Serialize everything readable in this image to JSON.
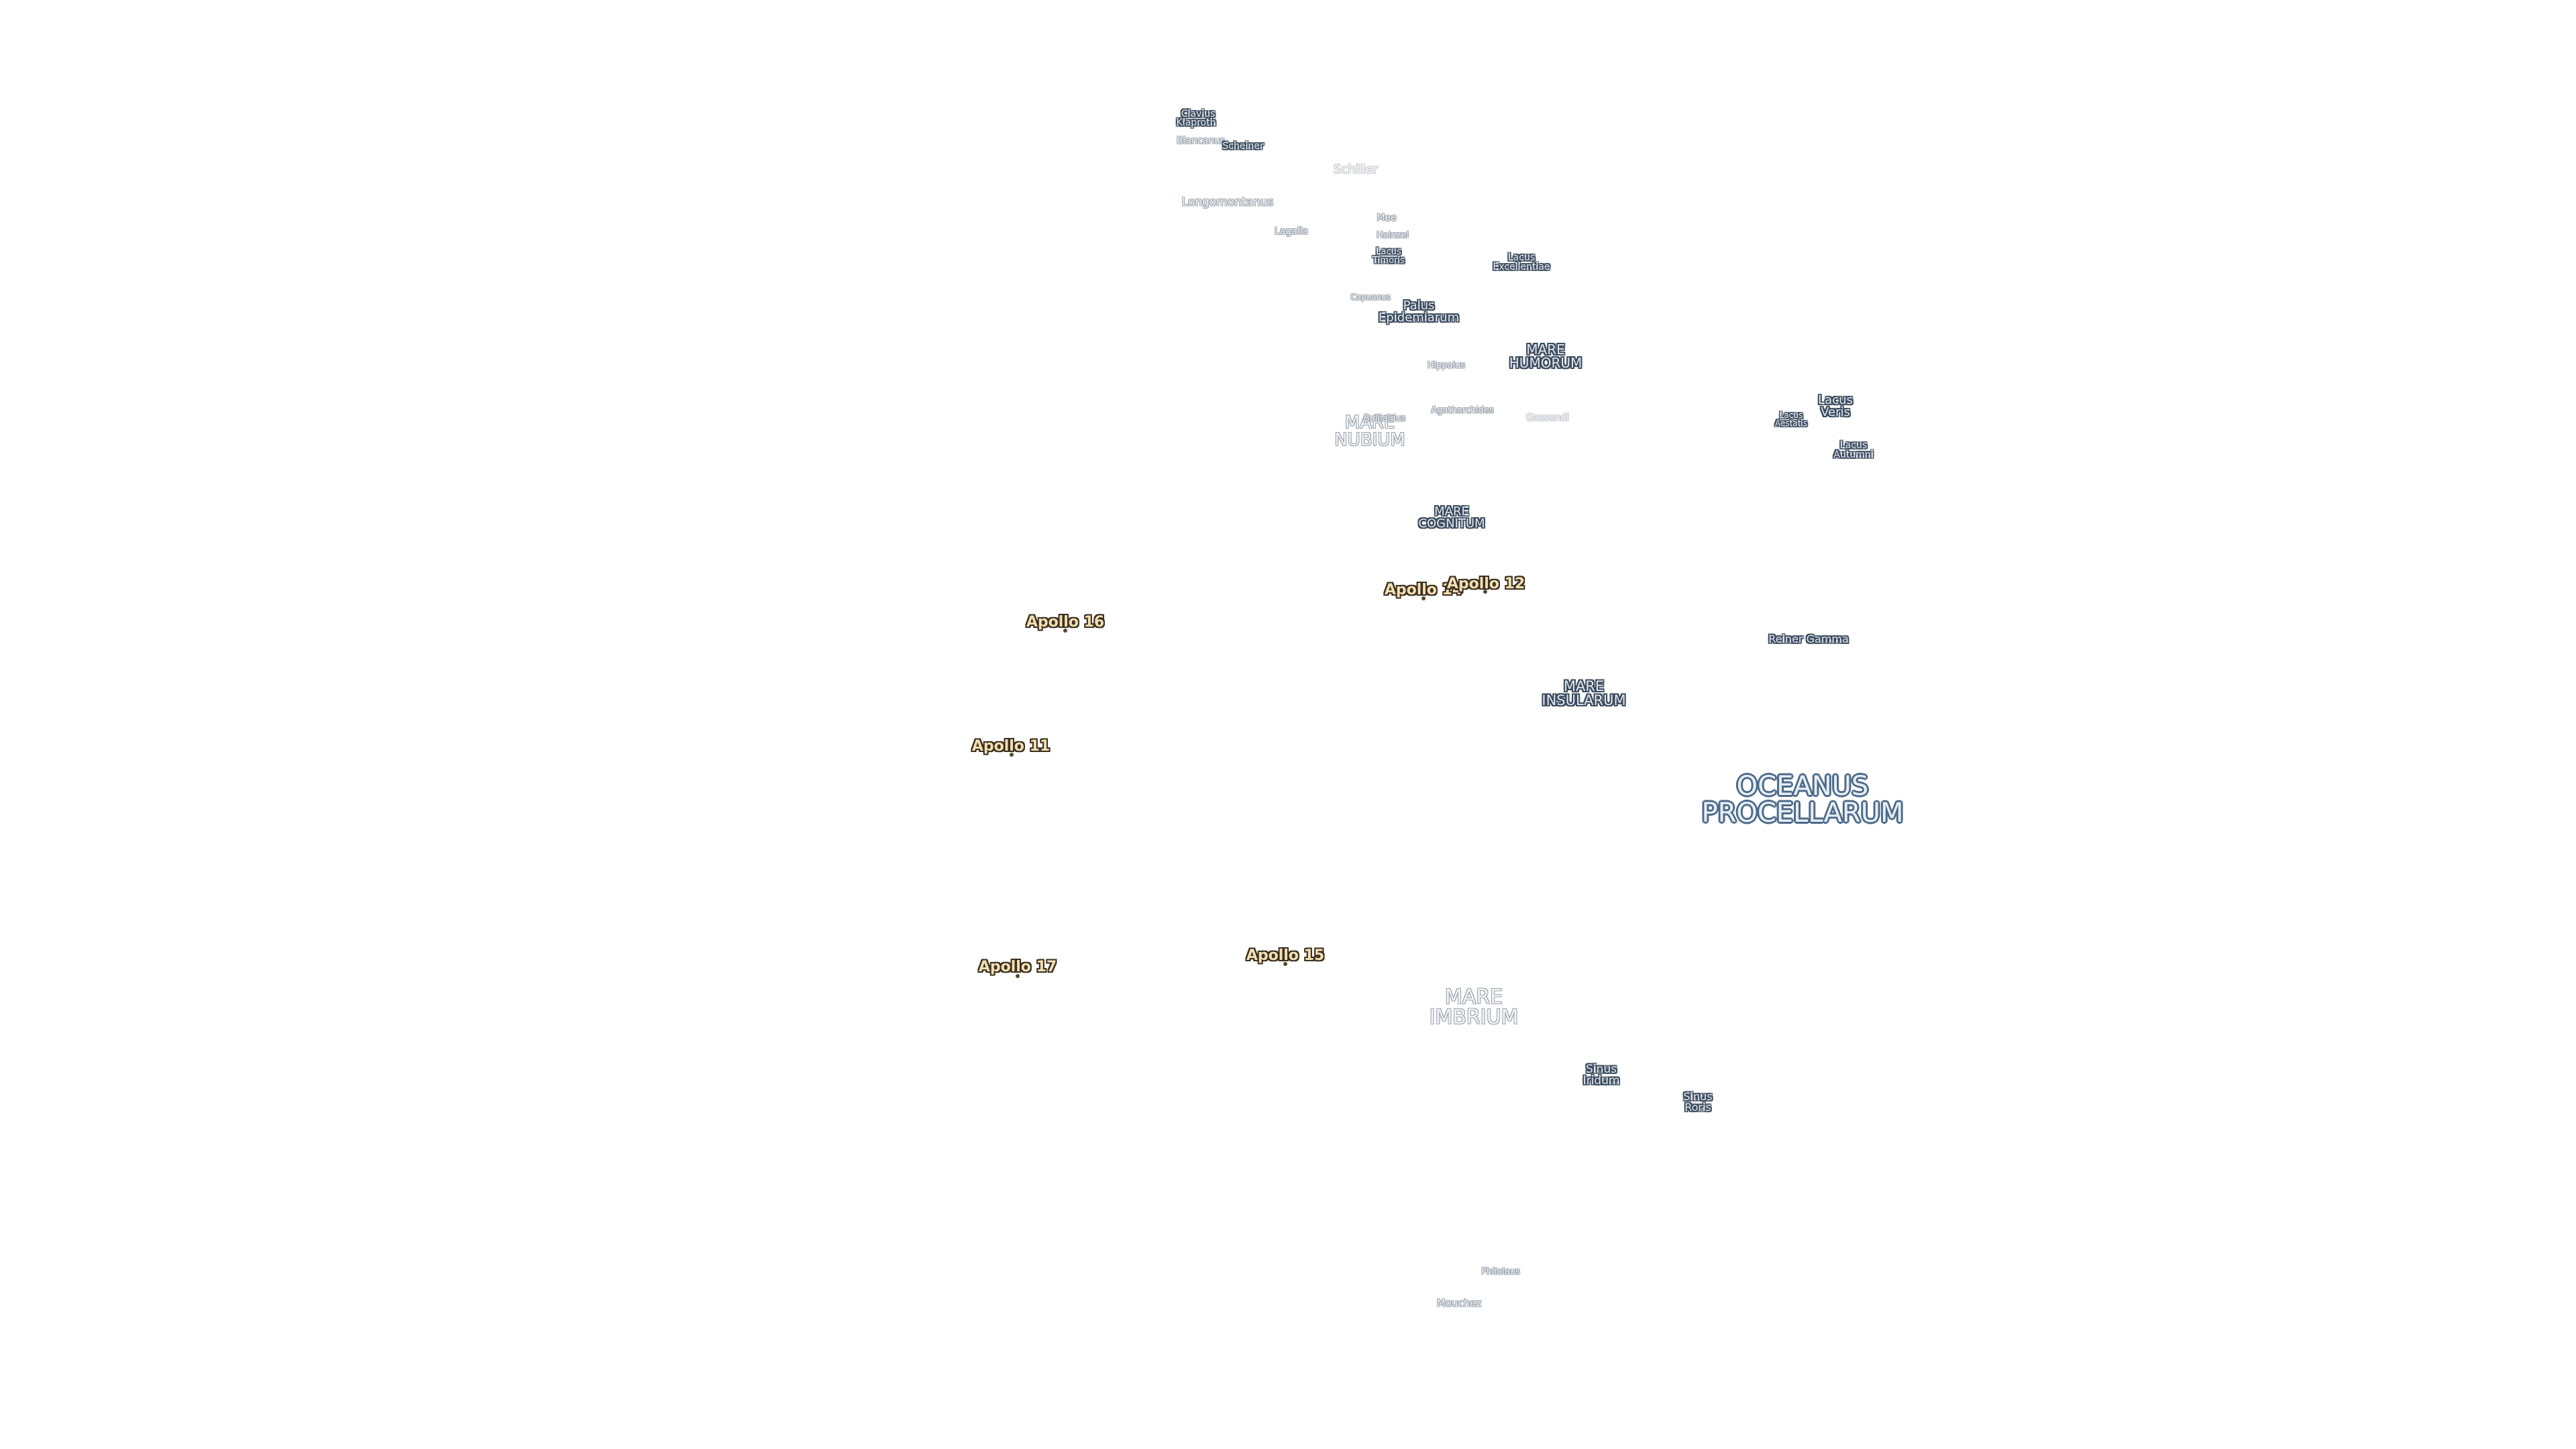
{
  "map": {
    "colors": {
      "background": "#ffffff",
      "feature_fill": "#dfe6ee",
      "feature_halo": "#3a4a5c",
      "apollo_fill": "#f3dfb3",
      "apollo_halo": "#3b3020"
    },
    "features": [
      {
        "id": "clavius",
        "name": "Clavius"
      },
      {
        "id": "klaproth",
        "name": "Klaproth"
      },
      {
        "id": "blancanus",
        "name": "Blancanus"
      },
      {
        "id": "scheiner",
        "name": "Scheiner"
      },
      {
        "id": "schiller",
        "name": "Schiller"
      },
      {
        "id": "longomontanus",
        "name": "Longomontanus"
      },
      {
        "id": "lagalla",
        "name": "Lagalla"
      },
      {
        "id": "mee",
        "name": "Mee"
      },
      {
        "id": "hainzel",
        "name": "Hainzel"
      },
      {
        "id": "lacus-timoris",
        "name": "Lacus\nTimoris"
      },
      {
        "id": "lacus-excellentiae",
        "name": "Lacus\nExcellentiae"
      },
      {
        "id": "capuanus",
        "name": "Capuanus"
      },
      {
        "id": "palus-epidemiarum",
        "name": "Palus\nEpidemiarum"
      },
      {
        "id": "mare-humorum",
        "name": "MARE\nHUMORUM"
      },
      {
        "id": "hippalus",
        "name": "Hippalus"
      },
      {
        "id": "mare-nubium",
        "name": "MARE\nNUBIUM"
      },
      {
        "id": "bullialdus",
        "name": "Bullialdus"
      },
      {
        "id": "agatharchides",
        "name": "Agatharchides"
      },
      {
        "id": "gassendi",
        "name": "Gassendi"
      },
      {
        "id": "lacus-veris",
        "name": "Lacus\nVeris"
      },
      {
        "id": "lacus-aestatis",
        "name": "Lacus\nAestatis"
      },
      {
        "id": "lacus-autumni",
        "name": "Lacus\nAutumni"
      },
      {
        "id": "mare-cognitum",
        "name": "MARE\nCOGNITUM"
      },
      {
        "id": "reiner-gamma",
        "name": "Reiner Gamma"
      },
      {
        "id": "mare-insularum",
        "name": "MARE\nINSULARUM"
      },
      {
        "id": "oceanus-procellarum",
        "name": "OCEANUS\nPROCELLARUM"
      },
      {
        "id": "mare-imbrium",
        "name": "MARE\nIMBRIUM"
      },
      {
        "id": "sinus-iridum",
        "name": "Sinus\nIridum"
      },
      {
        "id": "sinus-roris",
        "name": "Sinus\nRoris"
      },
      {
        "id": "philolaus",
        "name": "Philolaus"
      },
      {
        "id": "mouchez",
        "name": "Mouchez"
      }
    ],
    "apollo_sites": [
      {
        "id": "apollo-14",
        "name": "Apollo 14"
      },
      {
        "id": "apollo-12",
        "name": "Apollo 12"
      },
      {
        "id": "apollo-16",
        "name": "Apollo 16"
      },
      {
        "id": "apollo-11",
        "name": "Apollo 11"
      },
      {
        "id": "apollo-15",
        "name": "Apollo 15"
      },
      {
        "id": "apollo-17",
        "name": "Apollo 17"
      }
    ]
  }
}
